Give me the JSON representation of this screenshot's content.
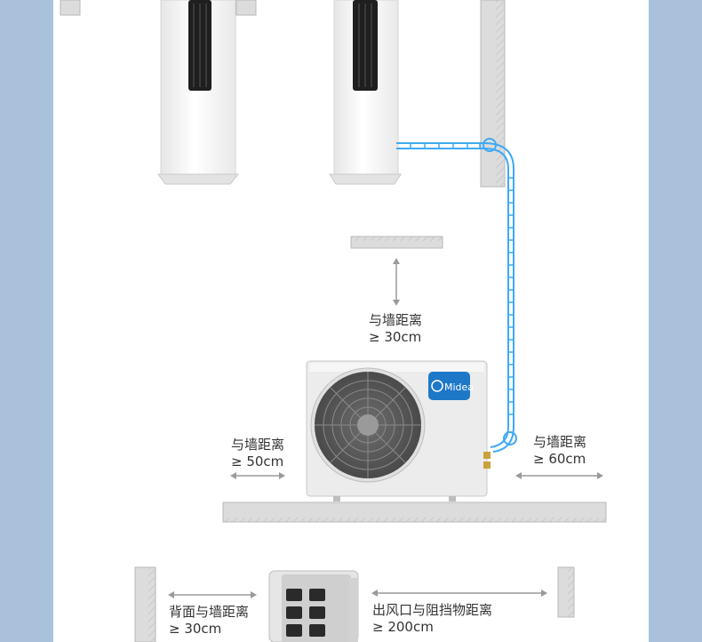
{
  "colors": {
    "background": "#a9c1da",
    "panel": "#ffffff",
    "wall": "#d8d8d8",
    "pipe": "#3fa9f5",
    "brand_blue": "#1e78c8",
    "arrow": "#9a9a9a"
  },
  "top_clearance": {
    "line1": "与墙距离",
    "line2": "≥ 30cm"
  },
  "left_clearance": {
    "line1": "与墙距离",
    "line2": "≥ 50cm"
  },
  "right_clearance": {
    "line1": "与墙距离",
    "line2": "≥ 60cm"
  },
  "back_clearance": {
    "line1": "背面与墙距离",
    "line2": "≥ 30cm"
  },
  "front_clearance": {
    "line1": "出风口与阻挡物距离",
    "line2": "≥ 200cm"
  },
  "brand_logo_text": "Midea"
}
